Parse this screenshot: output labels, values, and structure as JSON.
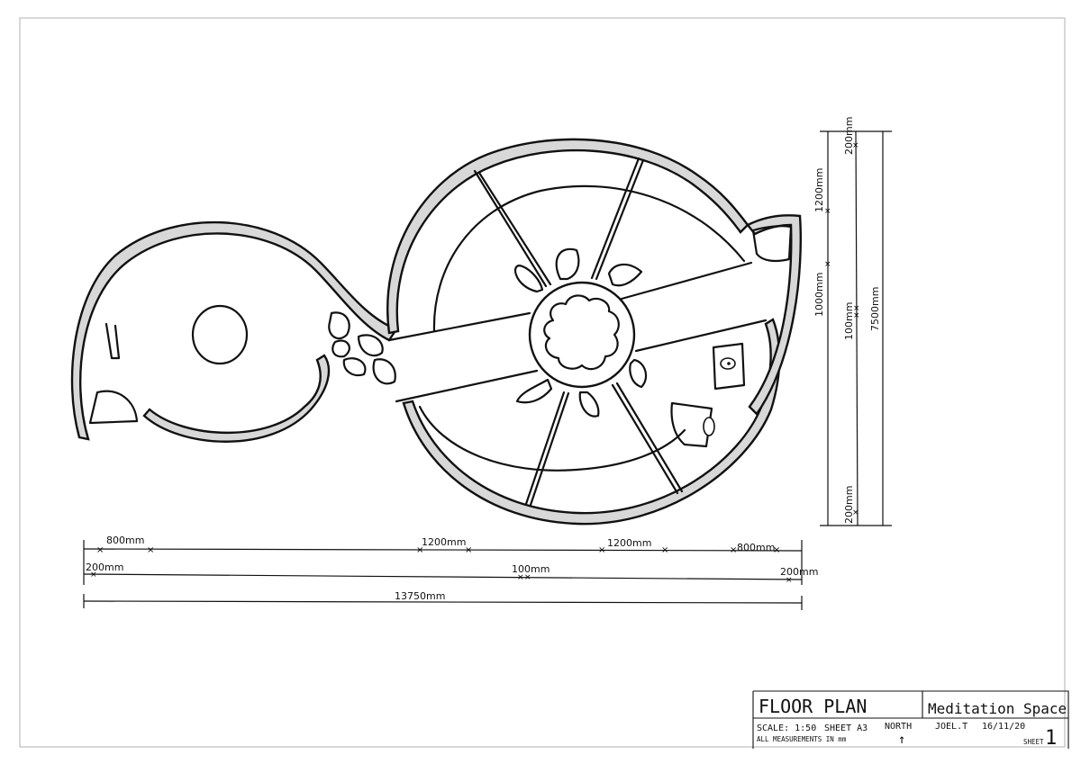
{
  "dimensions": {
    "row1": [
      "800mm",
      "1200mm",
      "1200mm",
      "800mm"
    ],
    "row2": [
      "200mm",
      "100mm",
      "200mm"
    ],
    "total_width": "13750mm",
    "vertical_inner": [
      "1200mm",
      "1000mm",
      "100mm"
    ],
    "vertical_small": [
      "200mm",
      "200mm"
    ],
    "total_height": "7500mm"
  },
  "title_block": {
    "title": "FLOOR PLAN",
    "project": "Meditation Space",
    "scale": "SCALE: 1:50",
    "sheet_size": "SHEET A3",
    "north_label": "NORTH",
    "north_arrow": "↑",
    "author": "JOEL.T",
    "date": "16/11/20",
    "note": "ALL MEASUREMENTS IN mm",
    "sheet_label": "SHEET",
    "sheet_number": "1"
  },
  "colors": {
    "ink": "#111111",
    "wall_fill": "#d8d8d8",
    "paper": "#ffffff"
  }
}
